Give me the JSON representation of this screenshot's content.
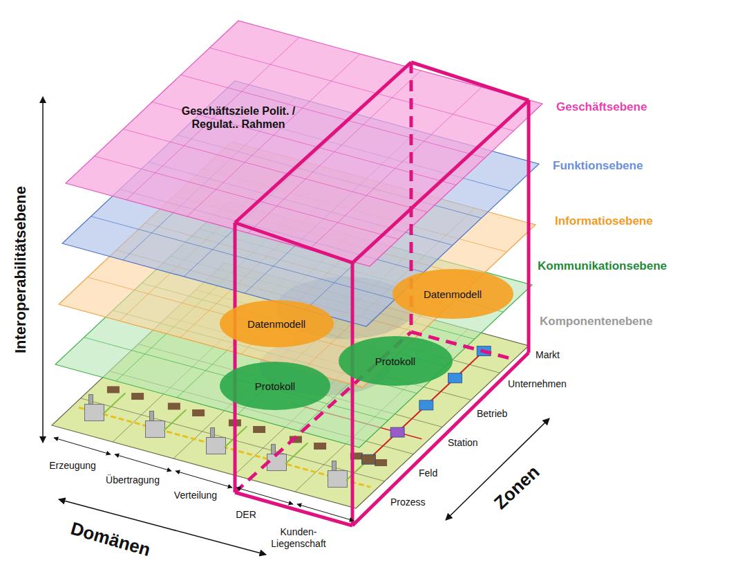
{
  "diagram": {
    "nodes": [
      {
        "text": [
          "Datenmodell"
        ]
      },
      {
        "text": [
          "Datenmodell"
        ]
      },
      {
        "text": [
          "Protokoll"
        ]
      },
      {
        "text": [
          "Protokoll"
        ]
      }
    ],
    "labels": [
      "Geschäftsziele Polit. / Regulat.. Rahmen",
      "Interoperabilitätsebene",
      "Geschäftsebene",
      "Funktionsebene",
      "Informatiosebene",
      "Kommunikationsebene",
      "Komponentenebene",
      "Markt",
      "Unternehmen",
      "Betrieb",
      "Station",
      "Feld",
      "Prozess",
      "Zonen",
      "Erzeugung",
      "Übertragung",
      "Verteilung",
      "DER",
      "Kunden- Liegenschaft",
      "Domänen"
    ]
  }
}
